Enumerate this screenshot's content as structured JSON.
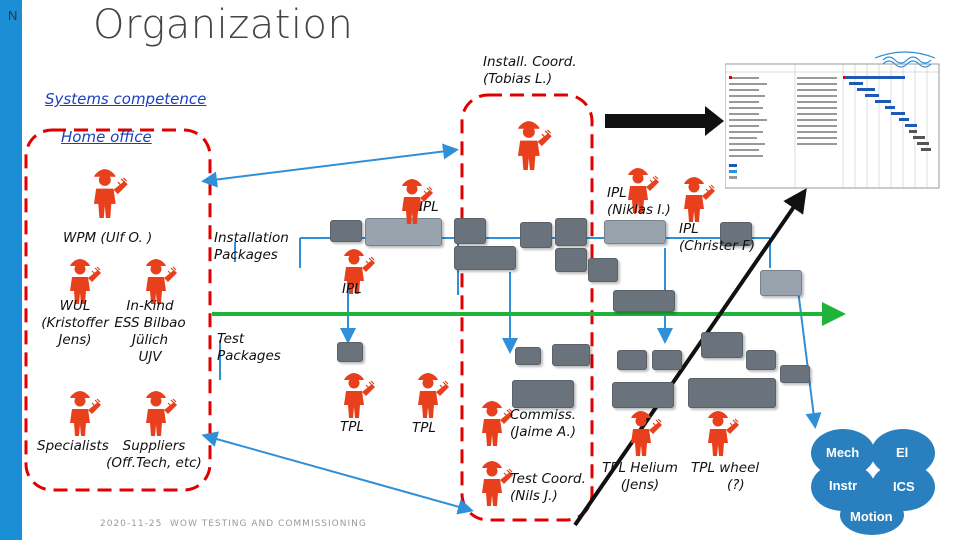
{
  "slide_number": "N",
  "title": "Organization",
  "links": {
    "systems_competence": "Systems competence",
    "home_office": "Home office"
  },
  "labels": {
    "install_coord": [
      "Install. Coord.",
      "(Tobias L.)"
    ],
    "wpm": "WPM (Ulf O. )",
    "installation_packages": [
      "Installation",
      "Packages"
    ],
    "test_packages": [
      "Test",
      "Packages"
    ],
    "ipl_1": "IPL",
    "ipl_niklas": [
      "IPL",
      "(Niklas I.)"
    ],
    "ipl_christer": [
      "IPL",
      "(Christer F)"
    ],
    "ipl_2": "IPL",
    "wul": [
      "WUL",
      "(Kristoffer",
      "Jens)"
    ],
    "inkind": [
      "In-Kind",
      "ESS Bilbao",
      "Jülich",
      "UJV"
    ],
    "specialists": "Specialists",
    "suppliers": [
      "Suppliers",
      "(Off.Tech, etc)"
    ],
    "tpl_1": "TPL",
    "tpl_2": "TPL",
    "commiss": [
      "Commiss.",
      "(Jaime A.)"
    ],
    "test_coord": [
      "Test Coord.",
      "(Nils J.)"
    ],
    "tpl_helium": [
      "TPL Helium",
      "(Jens)"
    ],
    "tpl_wheel": [
      "TPL wheel",
      "(?)"
    ]
  },
  "circles": {
    "mech": "Mech",
    "el": "El",
    "instr": "Instr",
    "ics": "ICS",
    "motion": "Motion"
  },
  "footer": {
    "date": "2020-11-25",
    "name": "WOW TESTING AND COMMISSIONING"
  },
  "colors": {
    "sidebar": "#1a8fd6",
    "worker": "#e8401c",
    "dashed_border": "#e00000",
    "arrow_blue": "#2f8fd8",
    "green_line": "#1fb33a",
    "circle_fill": "#2a7fbf"
  }
}
